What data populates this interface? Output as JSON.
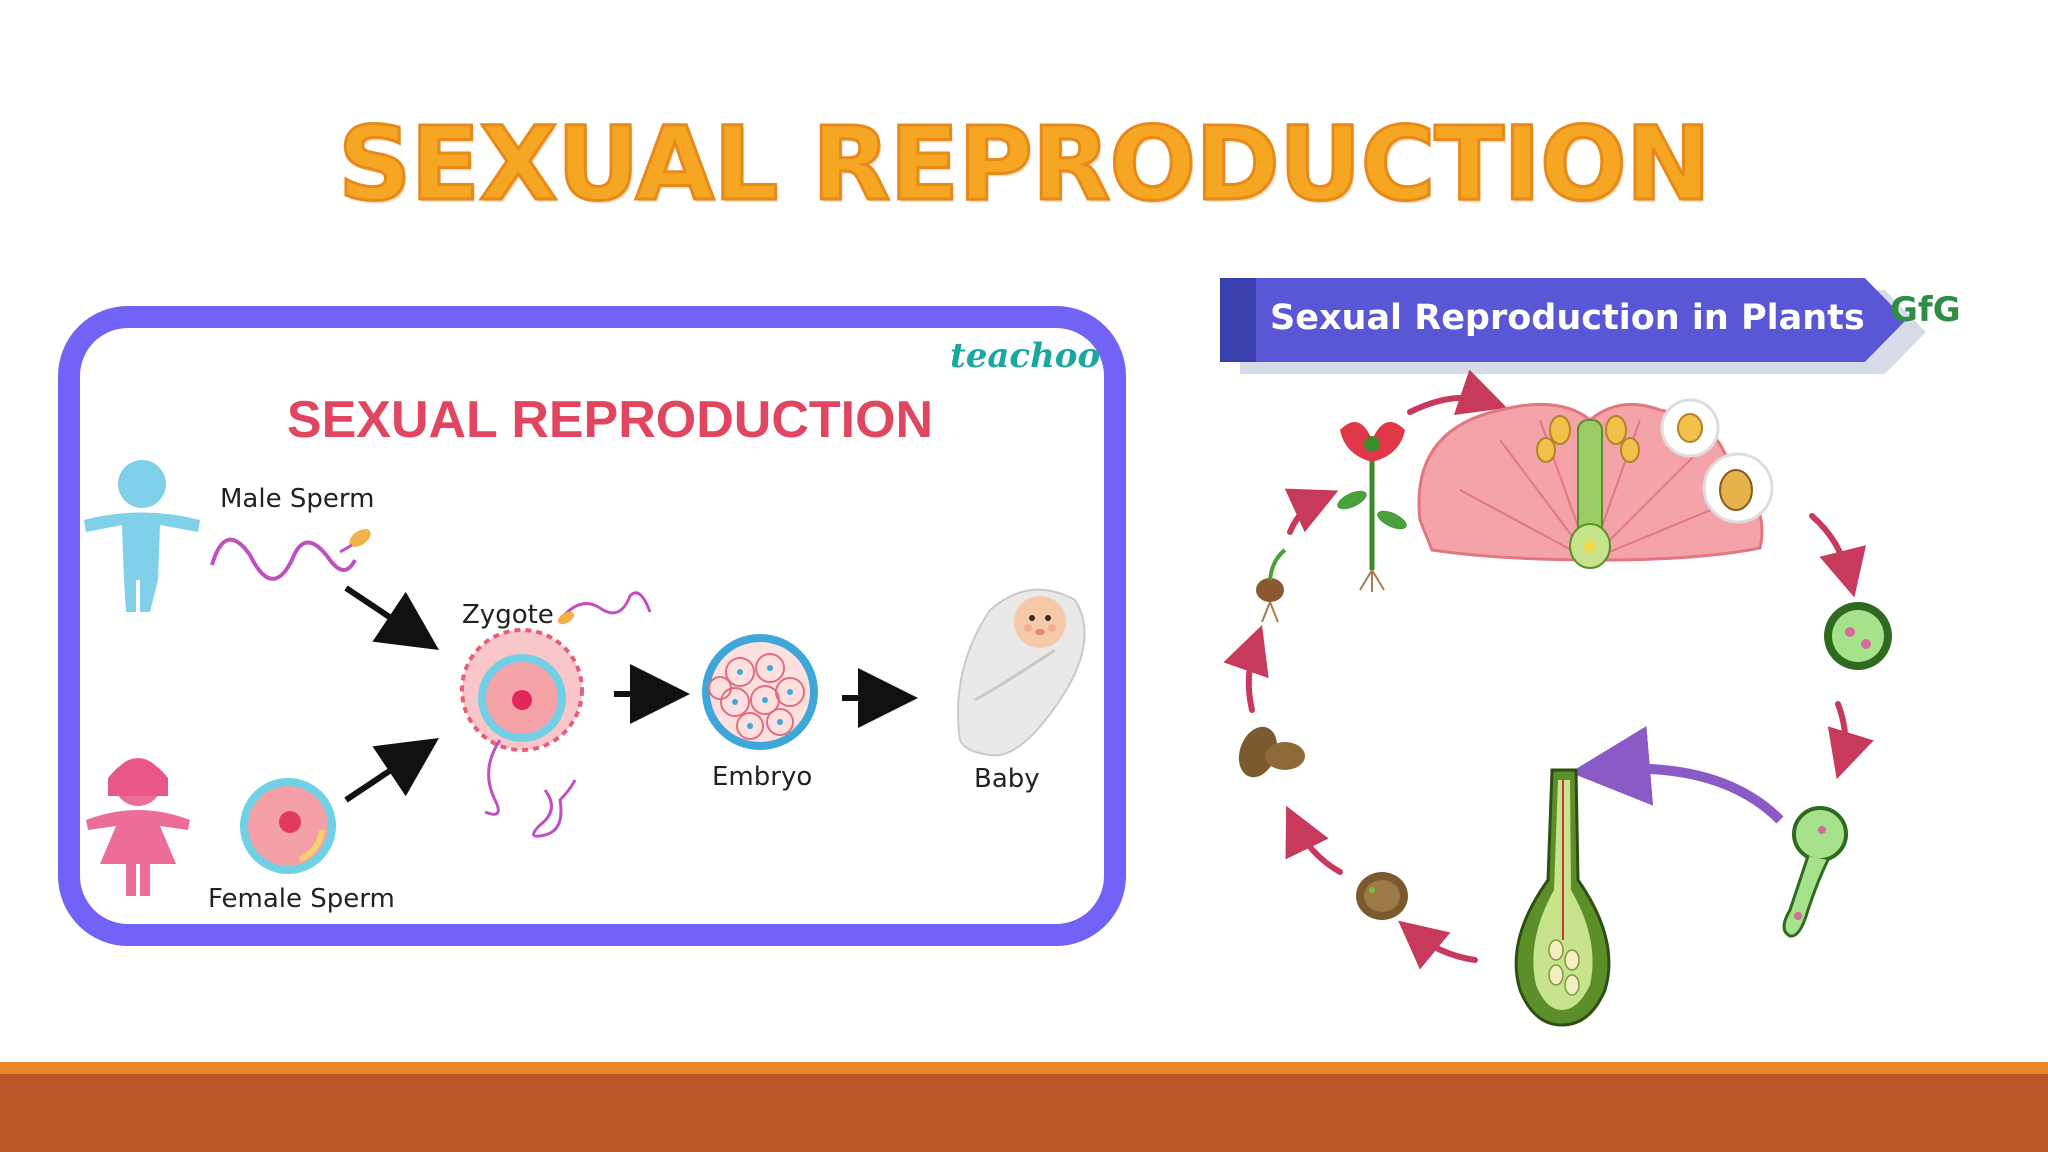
{
  "slide": {
    "title": "SEXUAL REPRODUCTION"
  },
  "human_diagram": {
    "brand": "teachoo",
    "title": "SEXUAL REPRODUCTION",
    "labels": {
      "male": "Male Sperm",
      "female": "Female Sperm",
      "zygote": "Zygote",
      "embryo": "Embryo",
      "baby": "Baby"
    }
  },
  "plant_diagram": {
    "banner": "Sexual Reproduction in Plants",
    "logo": "GfG"
  },
  "colors": {
    "title_orange": "#f5a623",
    "panel_border": "#7063f5",
    "panel_title": "#e04660",
    "banner": "#5a57d6",
    "footer": "#bd572a",
    "footer_line": "#e8862a"
  }
}
